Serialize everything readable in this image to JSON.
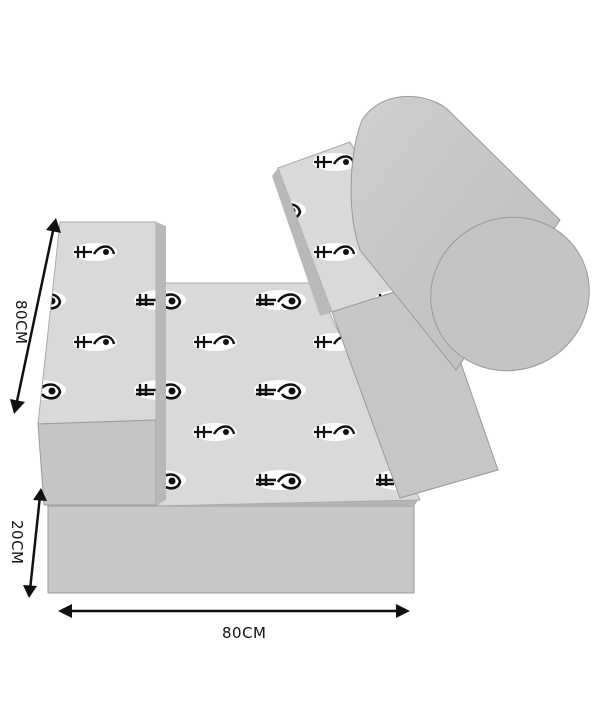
{
  "dimensions": {
    "width": "80CM",
    "height": "80CM",
    "base_height": "20CM"
  },
  "colors": {
    "foam_grey": "#c9c9c9",
    "fabric_grey": "#d8d8d8",
    "pattern_ink": "#111111",
    "arrow": "#111111"
  }
}
